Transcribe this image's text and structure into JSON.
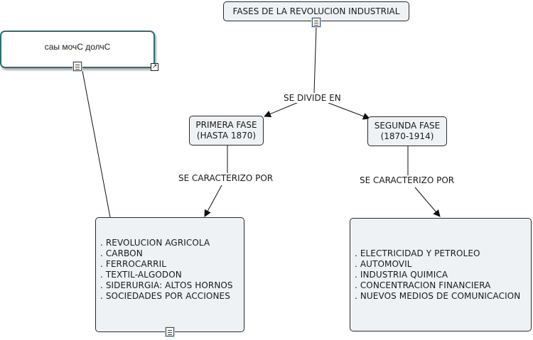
{
  "title_node": {
    "label": "FASES DE LA REVOLUCION INDUSTRIAL"
  },
  "linked_node": {
    "label": "сaы мочС долчС"
  },
  "link_divide": "SE DIVIDE EN",
  "fase1": {
    "lines": [
      "PRIMERA FASE",
      "(HASTA 1870)"
    ]
  },
  "fase2": {
    "lines": [
      "SEGUNDA FASE",
      "(1870-1914)"
    ]
  },
  "link_car1": "SE CARACTERIZO POR",
  "link_car2": "SE CARACTERIZO POR",
  "list1": [
    ". REVOLUCION AGRICOLA",
    ". CARBON",
    ". FERROCARRIL",
    ". TEXTIL-ALGODON",
    ". SIDERURGIA: ALTOS HORNOS",
    ". SOCIEDADES POR ACCIONES"
  ],
  "list2": [
    ". ELECTRICIDAD Y PETROLEO",
    ". AUTOMOVIL",
    ". INDUSTRIA QUIMICA",
    ". CONCENTRACION FINANCIERA",
    ". NUEVOS MEDIOS DE COMUNICACION"
  ],
  "icons": {
    "document": "document-icon",
    "shortcut": "shortcut-arrow-icon"
  }
}
